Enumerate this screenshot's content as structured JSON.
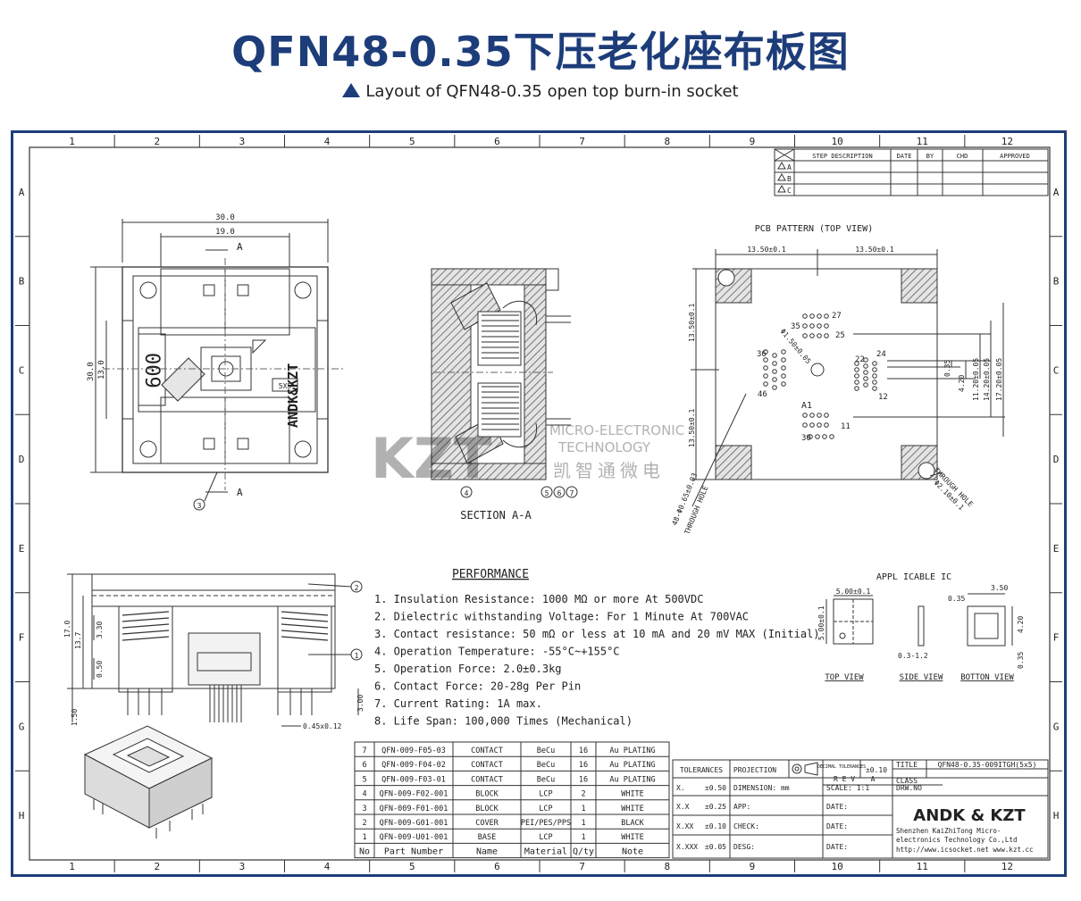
{
  "header": {
    "title": "QFN48-0.35下压老化座布板图",
    "subtitle": "Layout of QFN48-0.35 open top burn-in socket"
  },
  "colors": {
    "brand": "#1d3d7a",
    "line": "#333333",
    "hatch": "#777777"
  },
  "grid": {
    "columns": [
      "1",
      "2",
      "3",
      "4",
      "5",
      "6",
      "7",
      "8",
      "9",
      "10",
      "11",
      "12"
    ],
    "rows": [
      "A",
      "B",
      "C",
      "D",
      "E",
      "F",
      "G",
      "H"
    ]
  },
  "revision_table": {
    "headers": [
      "STEP DESCRIPTION",
      "DATE",
      "BY",
      "CHD",
      "APPROVED"
    ],
    "rows": [
      "A",
      "B",
      "C"
    ]
  },
  "top_view": {
    "dim_outer": "30.0",
    "dim_inner": "19.0",
    "dim_height": "30.0",
    "dim_half": "13.0",
    "section_label": "A",
    "lid_text": "009",
    "brand_mark": "ANDK&KZT",
    "size_tag": "5X5",
    "callout": "3"
  },
  "section": {
    "label": "SECTION A-A",
    "callouts": [
      "4",
      "5",
      "6",
      "7"
    ]
  },
  "watermark": {
    "logo": "KZT",
    "en1": "MICRO-ELECTRONIC",
    "en2": "TECHNOLOGY",
    "cn": "凯智通微电"
  },
  "pcb": {
    "title": "PCB PATTERN  (TOP VIEW)",
    "dim_h_left": "13.50±0.1",
    "dim_h_right": "13.50±0.1",
    "dim_v_top": "13.50±0.1",
    "dim_v_bottom": "13.50±0.1",
    "pin_labels": [
      "35",
      "27",
      "25",
      "36",
      "22",
      "24",
      "46",
      "12",
      "A1",
      "11",
      "30"
    ],
    "center_hole": "Φ1.50±0.05",
    "dims_right": [
      "0.35",
      "4.20",
      "11.20±0.05",
      "14.20±0.05",
      "17.20±0.05"
    ],
    "hole_note_left": "48-Φ0.65±0.03",
    "hole_note_left2": "THROUGH HOLE",
    "hole_note_right": "THROUGH HOLE",
    "hole_note_right2": "Φ2.10±0.1"
  },
  "side_view": {
    "dims": [
      "17.0",
      "13.7",
      "3.30",
      "0.50",
      "1.50",
      "3.00",
      "0.45x0.12"
    ],
    "callouts": [
      "2",
      "1"
    ]
  },
  "performance": {
    "title": "PERFORMANCE",
    "items": [
      "1. Insulation Resistance: 1000 MΩ or more At 500VDC",
      "2. Dielectric withstanding Voltage: For 1 Minute At 700VAC",
      "3. Contact resistance: 50 mΩ or less at 10 mA and 20 mV MAX (Initial)",
      "4. Operation Temperature: -55°C~+155°C",
      "5. Operation Force: 2.0±0.3kg",
      "6. Contact Force: 20-28g Per Pin",
      "7. Current Rating: 1A max.",
      "8. Life Span: 100,000 Times (Mechanical)"
    ]
  },
  "applicable_ic": {
    "title": "APPL ICABLE IC",
    "top_dim_w": "5.00±0.1",
    "top_dim_h": "5.00±0.1",
    "side_dim": "0.3-1.2",
    "bottom_dims": [
      "3.50",
      "0.35",
      "4.20",
      "0.35"
    ],
    "views": [
      "TOP VIEW",
      "SIDE VIEW",
      "BOTTON VIEW"
    ]
  },
  "bom": {
    "headers": [
      "No",
      "Part Number",
      "Name",
      "Material",
      "Q/ty",
      "Note"
    ],
    "rows": [
      [
        "7",
        "QFN-009-F05-03",
        "CONTACT",
        "BeCu",
        "16",
        "Au PLATING"
      ],
      [
        "6",
        "QFN-009-F04-02",
        "CONTACT",
        "BeCu",
        "16",
        "Au PLATING"
      ],
      [
        "5",
        "QFN-009-F03-01",
        "CONTACT",
        "BeCu",
        "16",
        "Au PLATING"
      ],
      [
        "4",
        "QFN-009-F02-001",
        "BLOCK",
        "LCP",
        "2",
        "WHITE"
      ],
      [
        "3",
        "QFN-009-F01-001",
        "BLOCK",
        "LCP",
        "1",
        "WHITE"
      ],
      [
        "2",
        "QFN-009-G01-001",
        "COVER",
        "PEI/PES/PPS",
        "1",
        "BLACK"
      ],
      [
        "1",
        "QFN-009-U01-001",
        "BASE",
        "LCP",
        "1",
        "WHITE"
      ]
    ]
  },
  "title_block": {
    "tolerances": "TOLERANCES",
    "projection": "PROJECTION",
    "decimal": "DECIMAL TOLERANCES",
    "decimal_val": "±0.10",
    "title_label": "TITLE",
    "title_value": "QFN48-0.35-009ITGH(5x5)",
    "rev": "R E V",
    "rev_val": "A",
    "class": "CLASS",
    "tol_rows": [
      [
        "X.",
        "±0.50"
      ],
      [
        "X.X",
        "±0.25"
      ],
      [
        "X.XX",
        "±0.10"
      ],
      [
        "X.XXX",
        "±0.05"
      ]
    ],
    "dimension": "DIMENSION: mm",
    "scale": "SCALE: 1:1",
    "drw_no": "DRW.NO",
    "app": "APP:",
    "check": "CHECK:",
    "desg": "DESG:",
    "date": "DATE:",
    "company_logo": "ANDK & KZT",
    "company1": "Shenzhen KaiZhiTong Micro-",
    "company2": "electronics Technology Co.,Ltd",
    "company3": "http://www.icsocket.net www.kzt.cc"
  }
}
